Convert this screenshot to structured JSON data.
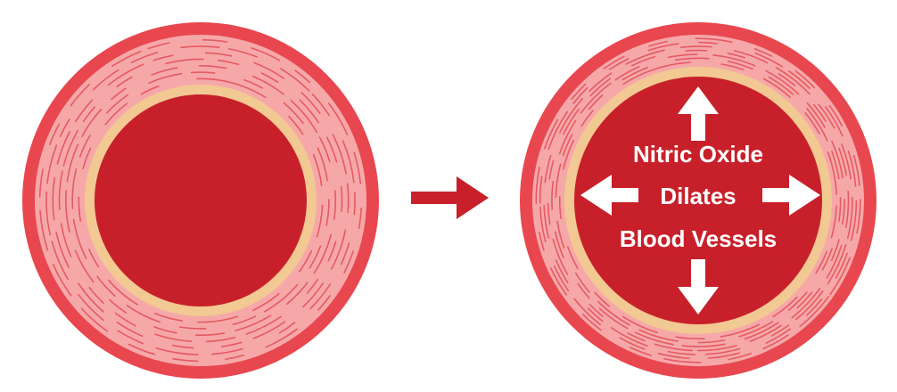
{
  "diagram": {
    "labels": {
      "line1": "Nitric Oxide",
      "line2": "Dilates",
      "line3": "Blood Vessels"
    }
  },
  "colors": {
    "outer_wall": "#E8474F",
    "muscle_layer": "#F6A8A9",
    "fiber_lines": "#E55A62",
    "endothelium": "#F2C893",
    "lumen": "#C8202A",
    "process_arrow": "#C8202A",
    "dilation_arrows": "#FFFFFF",
    "background": "#FFFFFF"
  },
  "icons": {
    "process_arrow": "arrow-right-icon",
    "dilation_arrows": [
      "arrow-up-icon",
      "arrow-down-icon",
      "arrow-left-icon",
      "arrow-right-icon"
    ]
  }
}
